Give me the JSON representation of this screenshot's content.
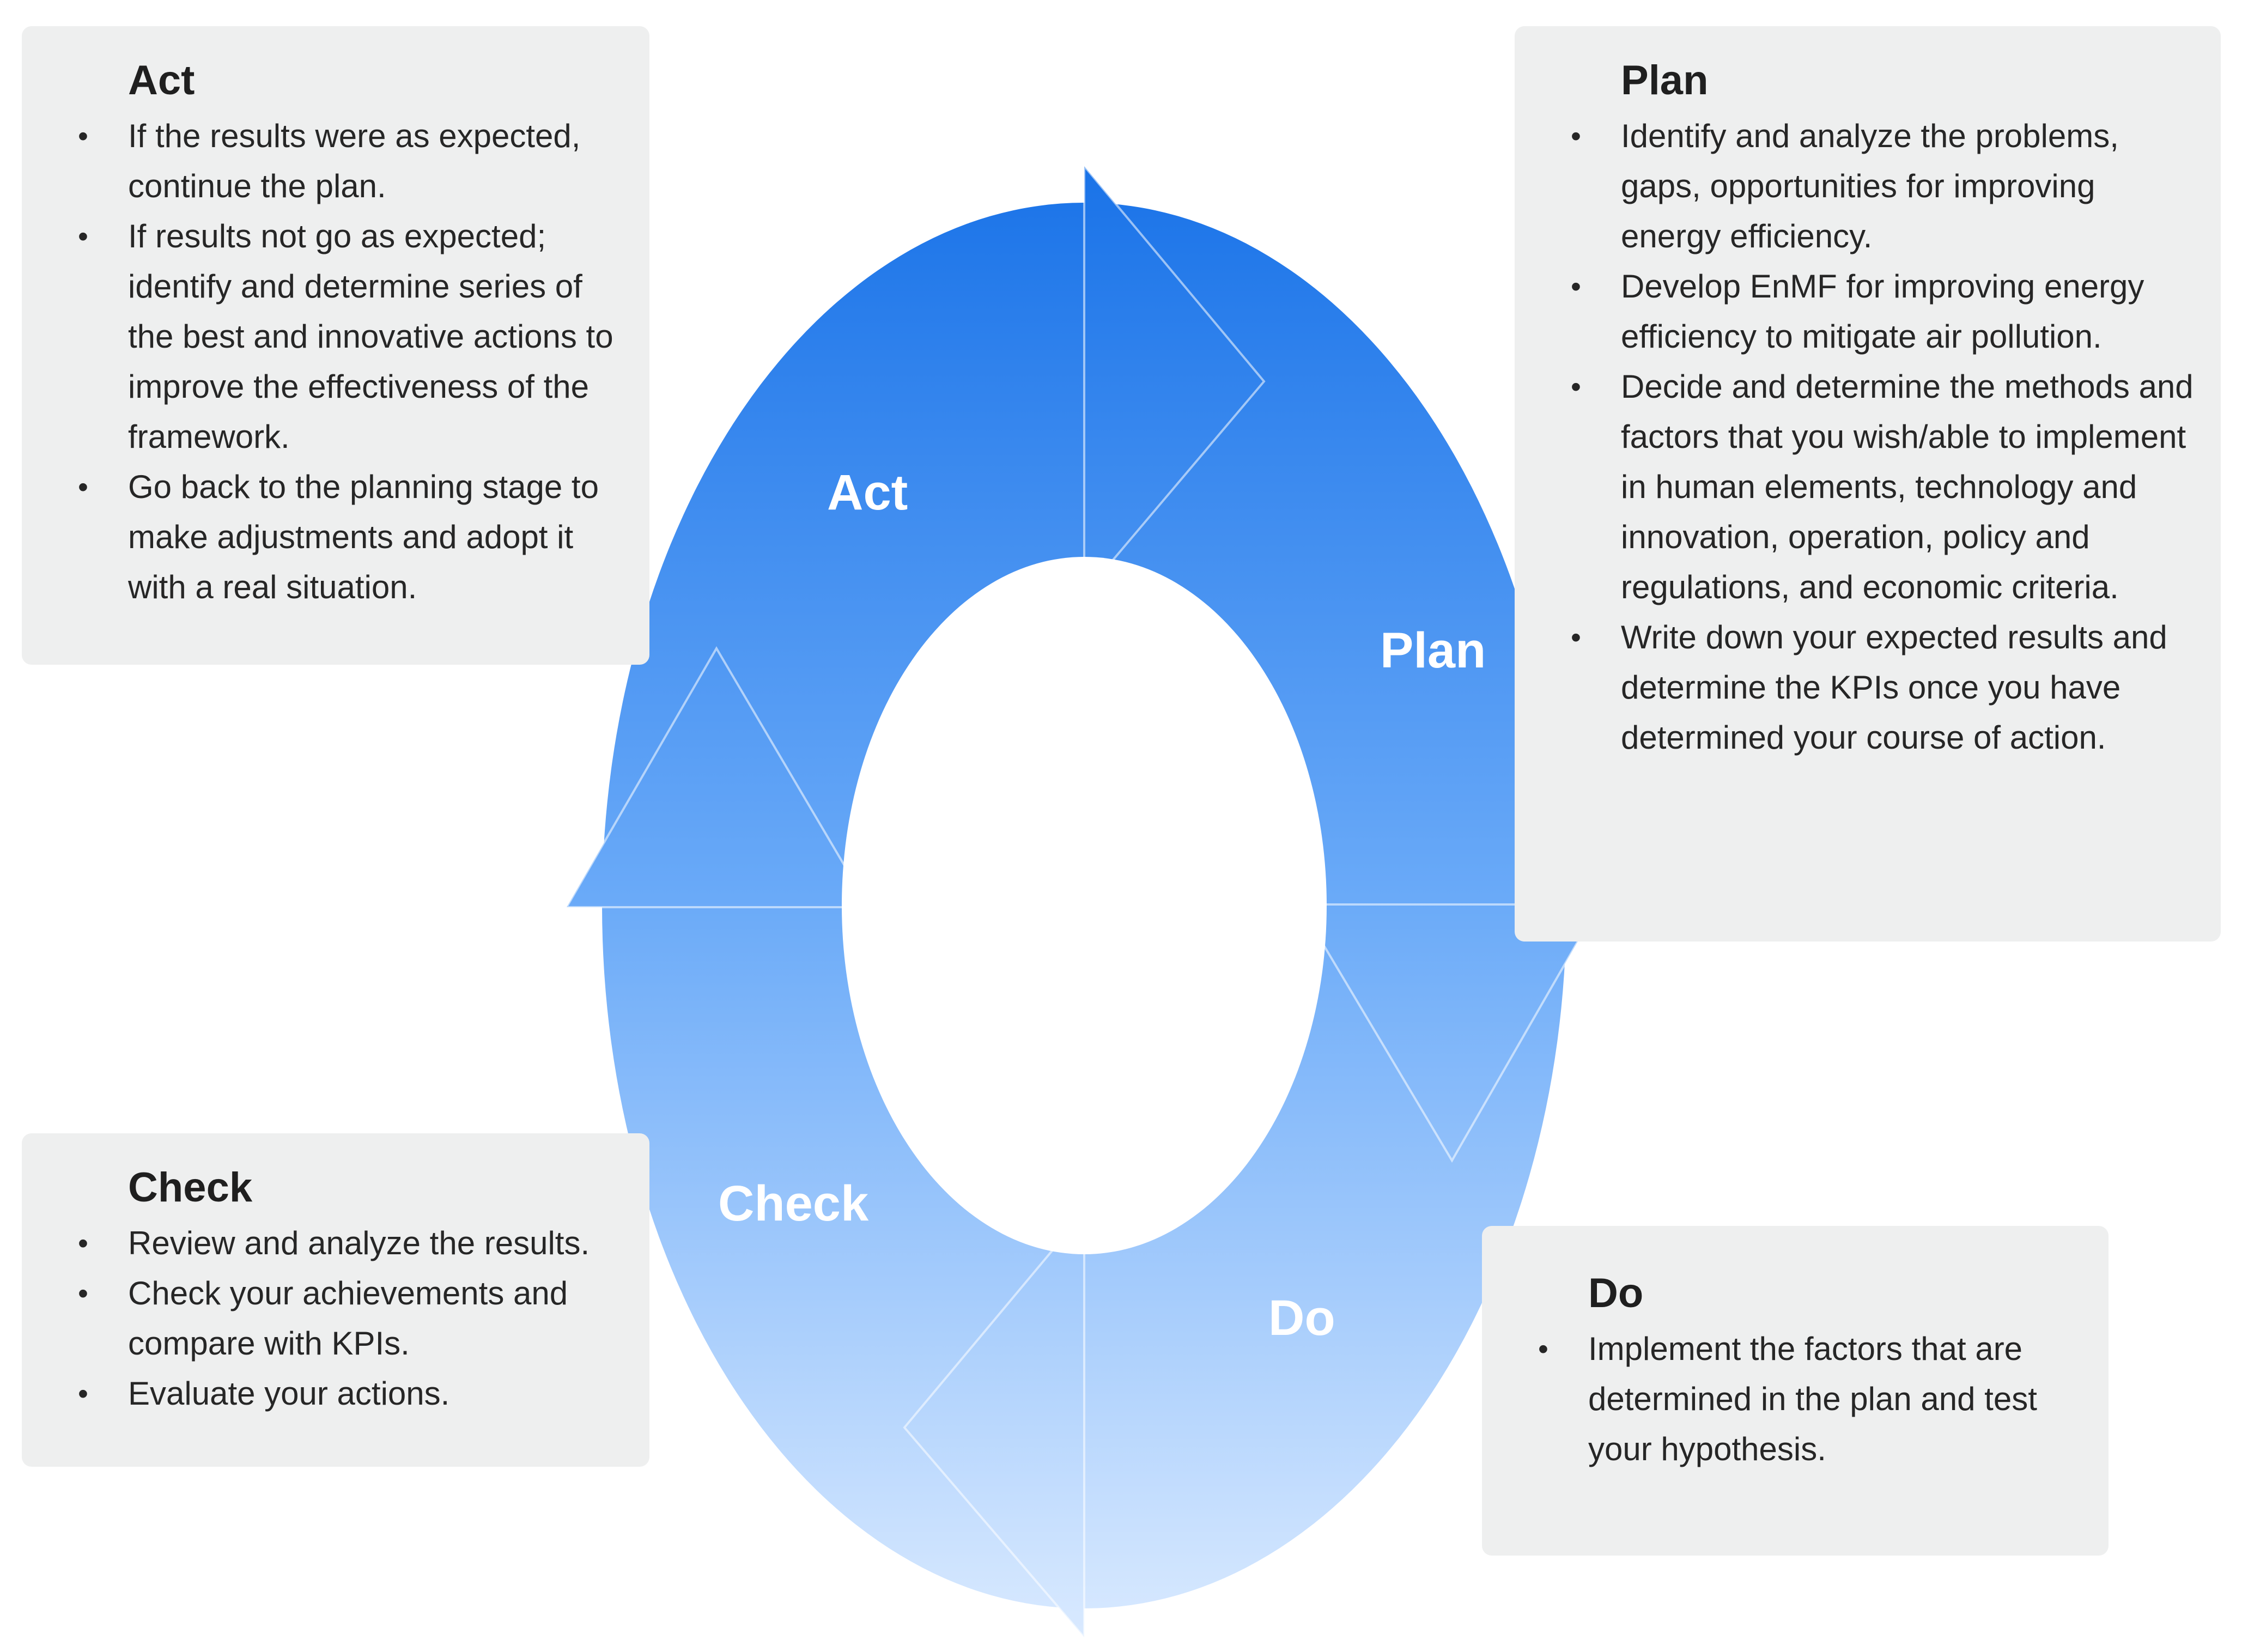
{
  "diagram": {
    "stages": [
      {
        "label": "Act"
      },
      {
        "label": "Plan"
      },
      {
        "label": "Do"
      },
      {
        "label": "Check"
      }
    ],
    "colors": {
      "top": "#1a73e8",
      "bottom": "#d6e8ff",
      "box": "#eeefef"
    }
  },
  "boxes": {
    "act": {
      "title": "Act",
      "items": [
        "If the results were as expected, continue the plan.",
        " If results not go as expected; identify and determine series of the best and innovative actions to improve the effectiveness of the framework.",
        "Go back to the planning stage to make adjustments and adopt it with a real situation."
      ]
    },
    "plan": {
      "title": "Plan",
      "items": [
        "Identify and analyze the problems, gaps, opportunities for improving energy efficiency.",
        "Develop EnMF for improving energy efficiency to mitigate air pollution.",
        "Decide and determine the methods and factors that you wish/able to implement in human elements, technology and innovation, operation, policy and regulations, and economic criteria.",
        "Write down your expected results and determine the KPIs once you have determined your course of action."
      ]
    },
    "check": {
      "title": "Check",
      "items": [
        "Review and analyze the results.",
        "Check your achievements and compare with KPIs.",
        "Evaluate your actions."
      ]
    },
    "do": {
      "title": "Do",
      "items": [
        "Implement the factors that are determined in the plan and test your hypothesis."
      ]
    }
  }
}
